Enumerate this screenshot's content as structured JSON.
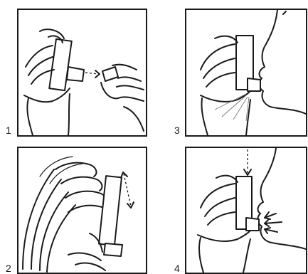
{
  "steps": [
    {
      "number": "1",
      "illustration": "remove-cap"
    },
    {
      "number": "2",
      "illustration": "shake-inhaler"
    },
    {
      "number": "3",
      "illustration": "inhaler-at-mouth"
    },
    {
      "number": "4",
      "illustration": "press-and-inhale"
    }
  ],
  "colors": {
    "line": "#1a1a1a",
    "background": "#ffffff"
  }
}
